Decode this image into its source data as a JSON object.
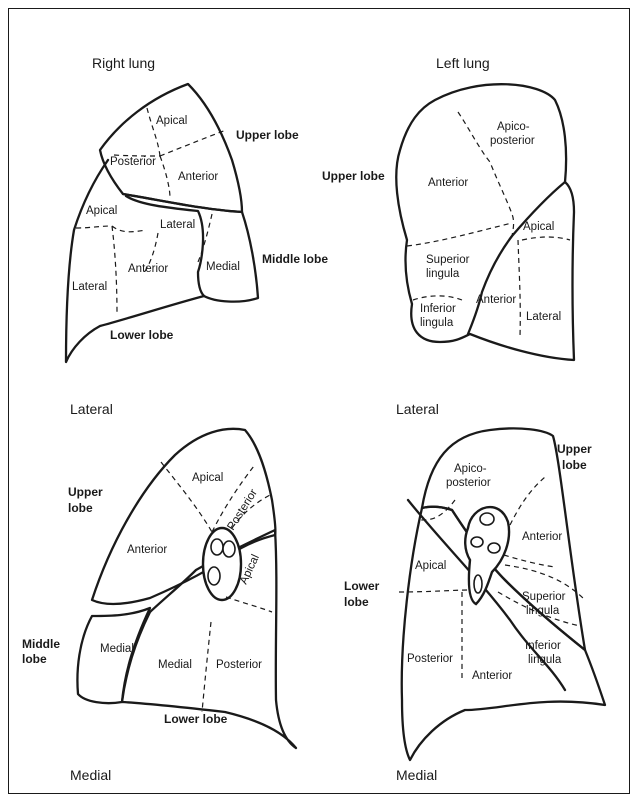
{
  "panels": {
    "right_lateral": {
      "title": "Right lung",
      "view": "Lateral",
      "lobes": {
        "upper": "Upper lobe",
        "middle": "Middle lobe",
        "lower": "Lower lobe"
      },
      "segments": {
        "apical": "Apical",
        "posterior": "Posterior",
        "anterior": "Anterior",
        "lat_apical": "Apical",
        "lateral_upper": "Lateral",
        "lower_anterior": "Anterior",
        "medial": "Medial",
        "lateral_lower": "Lateral"
      }
    },
    "left_lateral": {
      "title": "Left lung",
      "view": "Lateral",
      "lobes": {
        "upper": "Upper lobe"
      },
      "segments": {
        "apico_1": "Apico-",
        "apico_2": "posterior",
        "anterior": "Anterior",
        "apical": "Apical",
        "sup_ling_1": "Superior",
        "sup_ling_2": "lingula",
        "inf_ling_1": "Inferior",
        "inf_ling_2": "lingula",
        "lower_anterior": "Anterior",
        "lateral": "Lateral"
      }
    },
    "right_medial": {
      "view": "Medial",
      "lobes": {
        "upper_1": "Upper",
        "upper_2": "lobe",
        "middle_1": "Middle",
        "middle_2": "lobe",
        "lower": "Lower lobe"
      },
      "segments": {
        "apical": "Apical",
        "posterior": "Posterior",
        "anterior": "Anterior",
        "lower_apical": "Apical",
        "middle_medial": "Medial",
        "lower_medial": "Medial",
        "lower_posterior": "Posterior"
      }
    },
    "left_medial": {
      "view": "Medial",
      "lobes": {
        "upper_1": "Upper",
        "upper_2": "lobe",
        "lower_1": "Lower",
        "lower_2": "lobe"
      },
      "segments": {
        "apico_1": "Apico-",
        "apico_2": "posterior",
        "anterior_upper": "Anterior",
        "apical": "Apical",
        "sup_ling_1": "Superior",
        "sup_ling_2": "lingula",
        "inf_ling_1": "Inferior",
        "inf_ling_2": "lingula",
        "posterior": "Posterior",
        "anterior_lower": "Anterior"
      }
    }
  },
  "colors": {
    "ink": "#1a1a1a",
    "paper": "#ffffff"
  }
}
